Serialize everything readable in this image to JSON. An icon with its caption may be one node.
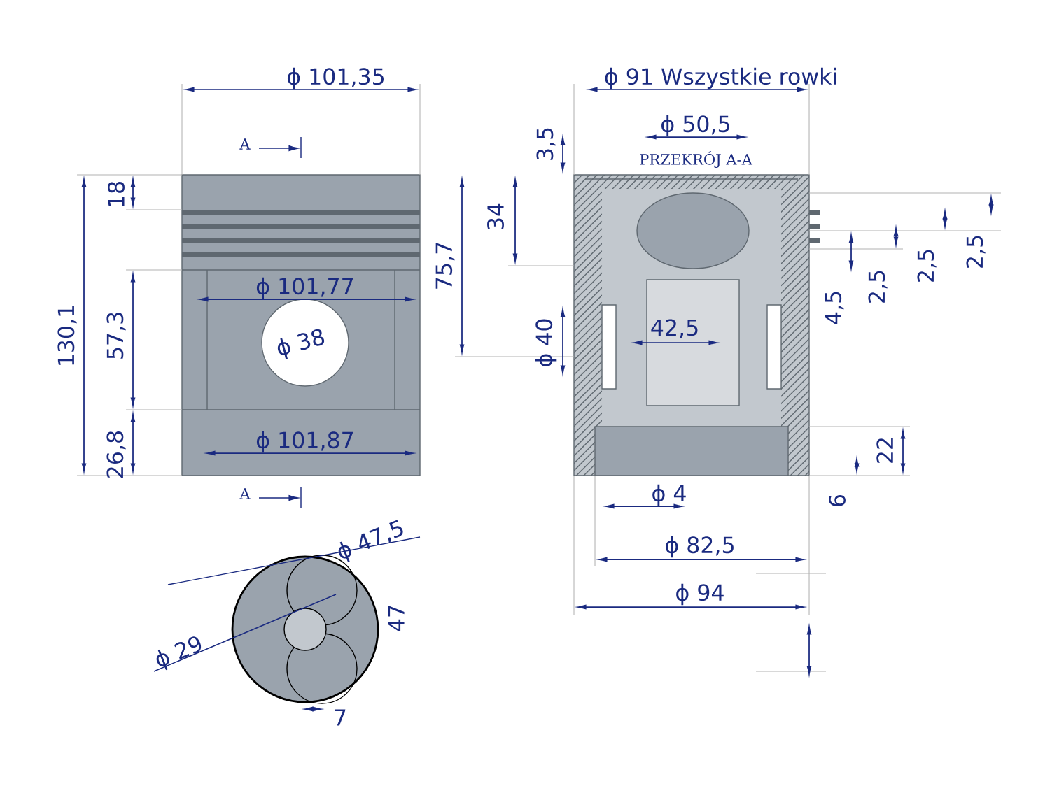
{
  "diagram": {
    "labels": [
      "ϕ 101,35",
      "A",
      "18",
      "130,1",
      "57,3",
      "26,8",
      "ϕ 101,77",
      "ϕ 38",
      "ϕ 101,87",
      "A",
      "ϕ 91  Wszystkie rowki",
      "3,5",
      "ϕ 50,5",
      "PRZEKRÓJ A-A",
      "75,7",
      "34",
      "ϕ 40",
      "42,5",
      "4,5",
      "2,5",
      "2,5",
      "2,5",
      "22",
      "6",
      "ϕ 4",
      "ϕ 82,5",
      "ϕ 94",
      "ϕ 47,5",
      "47",
      "ϕ 29",
      "7"
    ]
  }
}
